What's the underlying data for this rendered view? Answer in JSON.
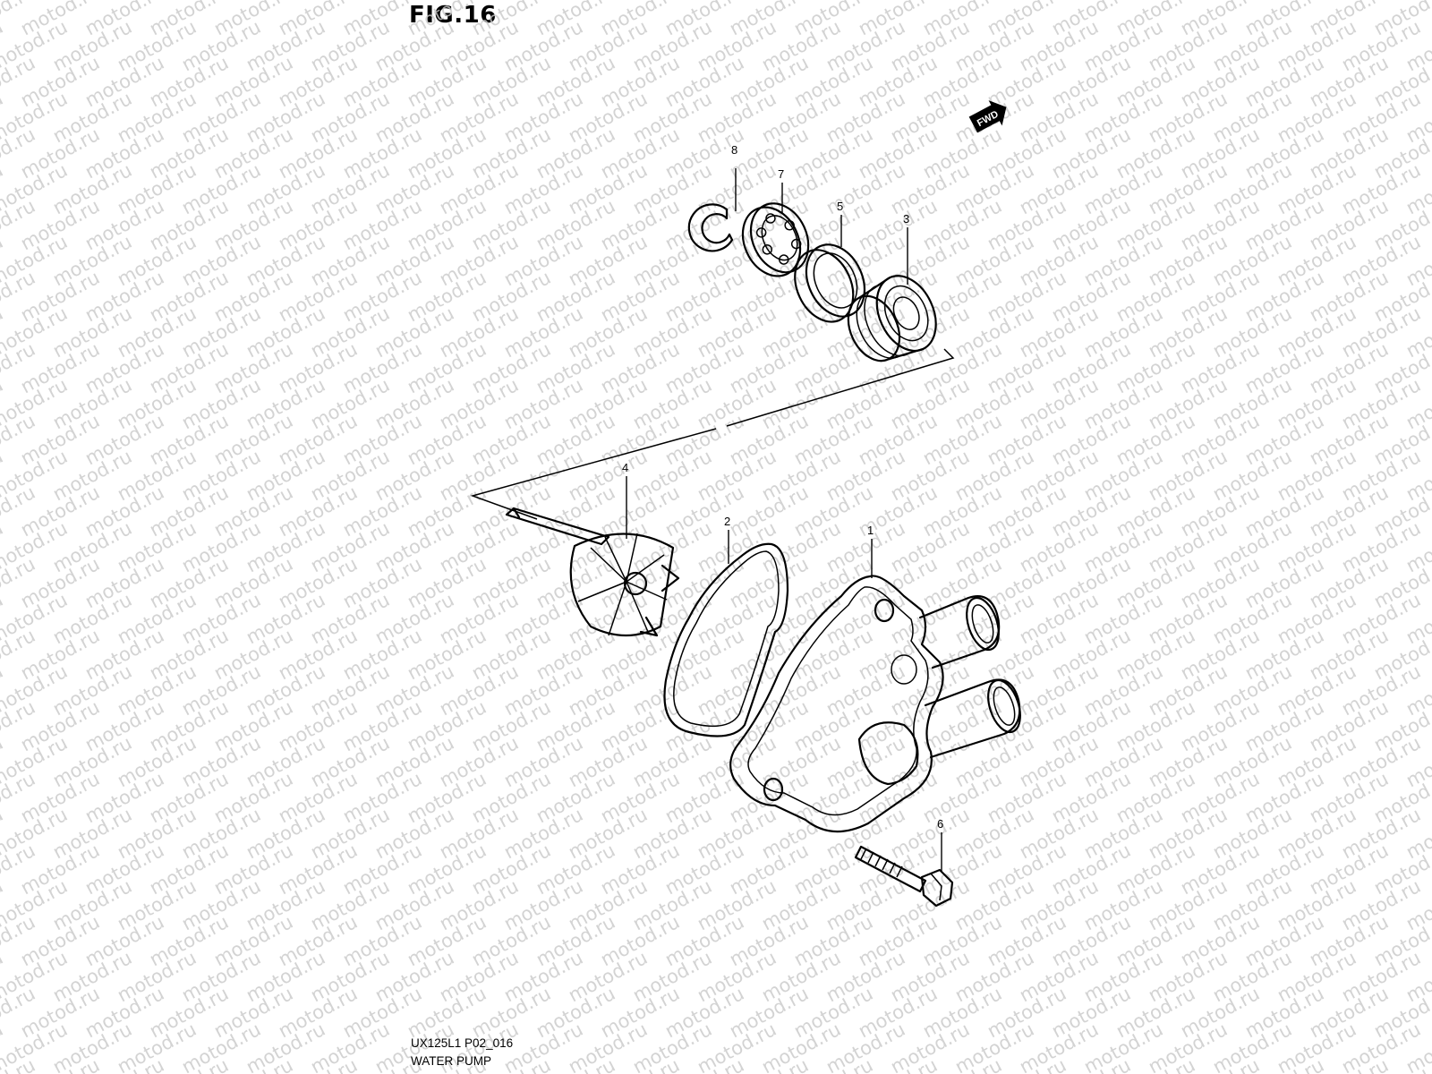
{
  "figure": {
    "title": "FIG.16"
  },
  "watermark": {
    "text": "motod.ru",
    "color": "#c9c9c9"
  },
  "direction_badge": {
    "text": "FWD",
    "icon": "forward-arrow-icon"
  },
  "callouts": {
    "c1": "1",
    "c2": "2",
    "c3": "3",
    "c4": "4",
    "c5": "5",
    "c6": "6",
    "c7": "7",
    "c8": "8"
  },
  "footer": {
    "code": "UX125L1 P02_016",
    "name": "WATER PUMP"
  }
}
